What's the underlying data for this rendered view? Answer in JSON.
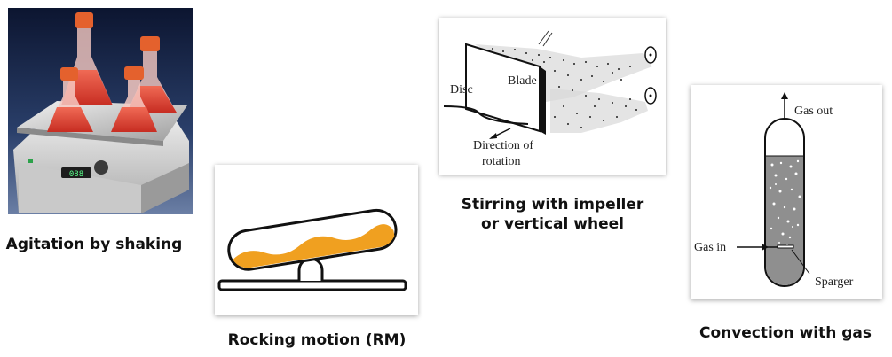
{
  "panels": [
    {
      "id": "shaking",
      "caption": "Agitation by shaking",
      "device": {
        "display_text": "088"
      }
    },
    {
      "id": "rocking",
      "caption": "Rocking motion (RM)"
    },
    {
      "id": "stirring",
      "caption_line1": "Stirring with impeller",
      "caption_line2": "or vertical wheel",
      "labels": {
        "disc": "Disc",
        "blade": "Blade",
        "direction_line1": "Direction of",
        "direction_line2": "rotation"
      }
    },
    {
      "id": "gas",
      "caption": "Convection with gas",
      "labels": {
        "gas_out": "Gas out",
        "gas_in": "Gas in",
        "sparger": "Sparger"
      }
    }
  ],
  "colors": {
    "medium_orange": "#f0a020",
    "flask_liquid": "#e2463a",
    "cap_orange": "#e4612d",
    "shaker_body": "#d8d8d8"
  }
}
